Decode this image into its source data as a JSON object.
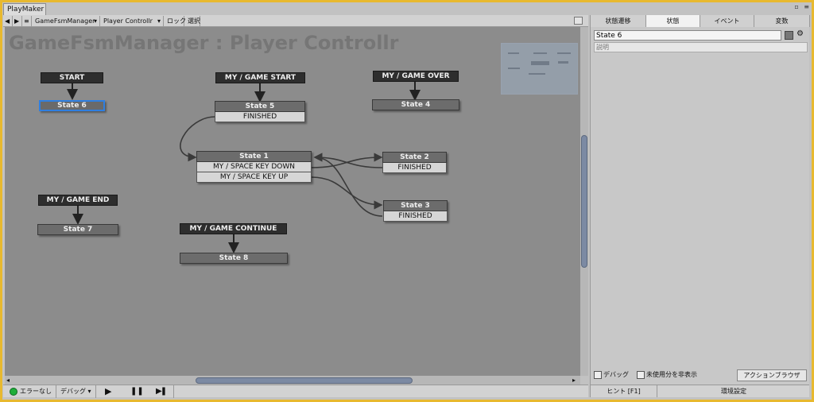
{
  "window": {
    "tab": "PlayMaker",
    "buttons": "▫ ≡"
  },
  "toolbar": {
    "back": "◀",
    "forward": "▶",
    "menu": "≡",
    "fsm_owner": "GameFsmManager",
    "fsm_name": "Player Controllr",
    "lock": "ロック",
    "select": "選択",
    "dropdown": "▾"
  },
  "graph": {
    "title": "GameFsmManager : Player Controllr",
    "events": {
      "start": "START",
      "game_start": "MY / GAME START",
      "game_over": "MY / GAME OVER",
      "game_end": "MY / GAME END",
      "game_continue": "MY / GAME CONTINUE"
    },
    "states": {
      "s6": "State 6",
      "s5": "State 5",
      "s4": "State 4",
      "s1": "State 1",
      "s2": "State 2",
      "s3": "State 3",
      "s7": "State 7",
      "s8": "State 8"
    },
    "transitions": {
      "s5_finished": "FINISHED",
      "s1_space_down": "MY / SPACE KEY DOWN",
      "s1_space_up": "MY / SPACE KEY UP",
      "s2_finished": "FINISHED",
      "s3_finished": "FINISHED"
    }
  },
  "bottom": {
    "error_status": "エラーなし",
    "debug": "デバッグ",
    "debug_arrow": "▾",
    "play": "▶",
    "pause": "❚❚",
    "step": "▶❚"
  },
  "inspector": {
    "tabs": [
      "状態遷移",
      "状態",
      "イベント",
      "変数"
    ],
    "active_tab": 1,
    "state_name": "State 6",
    "description_placeholder": "説明",
    "debug_label": "デバッグ",
    "hide_unused_label": "未使用分を非表示",
    "action_browser": "アクションブラウザ",
    "hint": "ヒント [F1]",
    "preferences": "環境設定"
  },
  "colors": {
    "accent_selected": "#2f7fe0",
    "canvas": "#8c8c8c",
    "frame": "#e8b92f",
    "status_ok": "#1fae3a"
  }
}
